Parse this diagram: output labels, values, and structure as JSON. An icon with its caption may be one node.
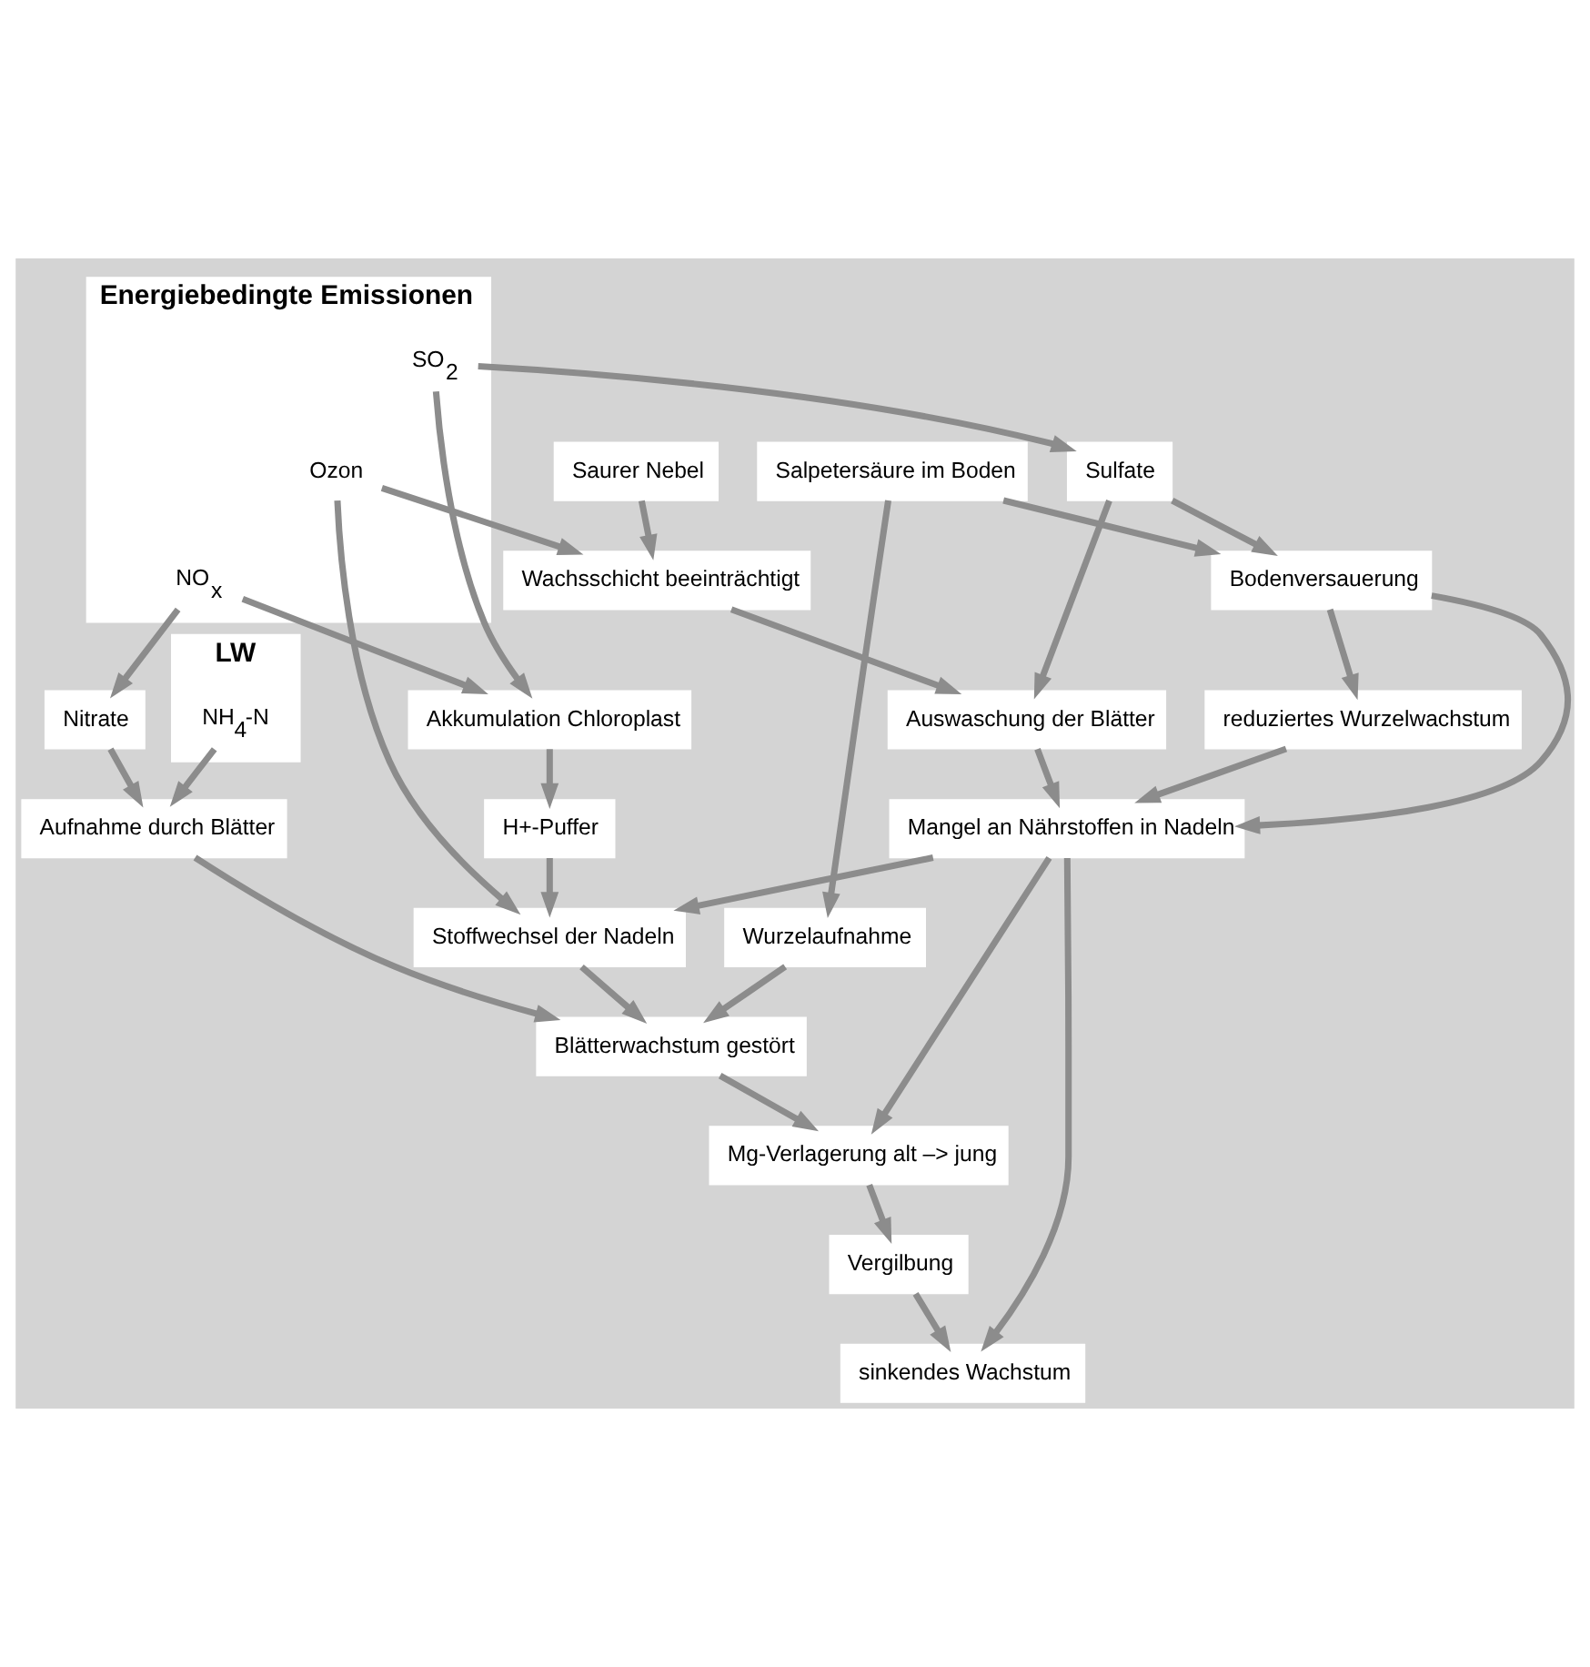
{
  "diagram": {
    "nodes": [
      {
        "text": [
          "Energiebedingte Emissionen"
        ]
      },
      {
        "text": [
          "Ozon"
        ],
        "in": 0
      },
      {
        "text": [
          "SO$_{2}$"
        ],
        "in": 0
      },
      {
        "text": [
          "NO$_{x}$"
        ],
        "in": 0
      },
      {
        "text": [
          "LW"
        ]
      },
      {
        "text": [
          "NH$_{4}$-N"
        ],
        "in": 4
      },
      {
        "text": [
          "Saurer Nebel"
        ]
      },
      {
        "text": [
          "Sulfate"
        ]
      },
      {
        "text": [
          "Akkumulation Chloroplast"
        ]
      },
      {
        "text": [
          "Nitrate"
        ]
      },
      {
        "text": [
          "Wachsschicht beeinträchtigt"
        ]
      },
      {
        "text": [
          "Aufnahme durch Blätter"
        ]
      },
      {
        "text": [
          "H+-Puffer"
        ]
      },
      {
        "text": [
          "Stoffwechsel der Nadeln"
        ]
      },
      {
        "text": [
          "Salpetersäure im Boden"
        ]
      },
      {
        "text": [
          "Auswaschung der Blätter"
        ]
      },
      {
        "text": [
          "Bodenversauerung"
        ]
      },
      {
        "text": [
          "Blätterwachstum gestört"
        ]
      },
      {
        "text": [
          "Mangel an Nährstoffen in Nadeln"
        ]
      },
      {
        "text": [
          "reduziertes Wurzelwachstum"
        ]
      },
      {
        "text": [
          "Wurzelaufnahme"
        ]
      },
      {
        "text": [
          "Mg-Verlagerung alt –> jung"
        ]
      },
      {
        "text": [
          "sinkendes Wachstum"
        ]
      },
      {
        "text": [
          "Vergilbung"
        ]
      }
    ],
    "edges": [
      {
        "from": 1,
        "to": 10,
        "arrow": "to"
      },
      {
        "from": 1,
        "to": 13,
        "arrow": "to"
      },
      {
        "from": 6,
        "to": 10,
        "arrow": "to"
      },
      {
        "from": 2,
        "to": 7,
        "arrow": "to"
      },
      {
        "from": 7,
        "to": 15,
        "arrow": "to"
      },
      {
        "from": 7,
        "to": 16,
        "arrow": "to"
      },
      {
        "from": 2,
        "to": 8,
        "arrow": "to"
      },
      {
        "from": 3,
        "to": 8,
        "arrow": "to"
      },
      {
        "from": 3,
        "to": 9,
        "arrow": "to"
      },
      {
        "from": 5,
        "to": 11,
        "arrow": "to"
      },
      {
        "from": 9,
        "to": 11,
        "arrow": "to"
      },
      {
        "from": 8,
        "to": 12,
        "arrow": "to"
      },
      {
        "from": 12,
        "to": 13,
        "arrow": "to"
      },
      {
        "from": 13,
        "to": 17,
        "arrow": "to"
      },
      {
        "from": 11,
        "to": 17,
        "arrow": "to"
      },
      {
        "from": 10,
        "to": 15,
        "arrow": "to"
      },
      {
        "from": 15,
        "to": 18,
        "arrow": "to"
      },
      {
        "from": 18,
        "to": 13,
        "arrow": "to"
      },
      {
        "from": 16,
        "to": 18,
        "arrow": "to"
      },
      {
        "from": 19,
        "to": 18,
        "arrow": "to"
      },
      {
        "from": 18,
        "to": 21,
        "arrow": "to"
      },
      {
        "from": 16,
        "to": 19,
        "arrow": "to"
      },
      {
        "from": 14,
        "to": 16,
        "arrow": "to"
      },
      {
        "from": 14,
        "to": 20,
        "arrow": "to"
      },
      {
        "from": 20,
        "to": 17,
        "arrow": "to"
      },
      {
        "from": 17,
        "to": 21,
        "arrow": "to"
      },
      {
        "from": 21,
        "to": 23,
        "arrow": "to"
      },
      {
        "from": 23,
        "to": 22,
        "arrow": "to"
      },
      {
        "from": 18,
        "to": 22,
        "arrow": "to"
      }
    ]
  }
}
